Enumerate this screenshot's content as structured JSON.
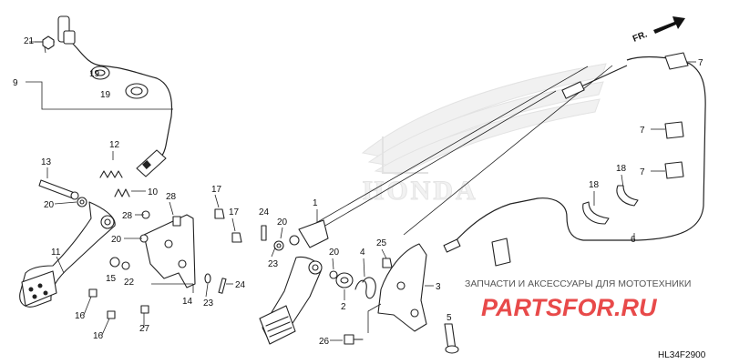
{
  "diagram": {
    "code": "HL34F2900",
    "direction_label": "FR.",
    "watermark": {
      "brand": "HONDA",
      "shop_tagline": "ЗАПЧАСТИ И АКСЕССУАРЫ ДЛЯ МОТОТЕХНИКИ",
      "shop_brand": "PARTSFOR.RU"
    },
    "callouts": [
      {
        "id": "c21",
        "label": "21"
      },
      {
        "id": "c9",
        "label": "9"
      },
      {
        "id": "c19a",
        "label": "19"
      },
      {
        "id": "c19b",
        "label": "19"
      },
      {
        "id": "c12",
        "label": "12"
      },
      {
        "id": "c13",
        "label": "13"
      },
      {
        "id": "c10",
        "label": "10"
      },
      {
        "id": "c20a",
        "label": "20"
      },
      {
        "id": "c28a",
        "label": "28"
      },
      {
        "id": "c28b",
        "label": "28"
      },
      {
        "id": "c17a",
        "label": "17"
      },
      {
        "id": "c17b",
        "label": "17"
      },
      {
        "id": "c20b",
        "label": "20"
      },
      {
        "id": "c11",
        "label": "11"
      },
      {
        "id": "c15",
        "label": "15"
      },
      {
        "id": "c22",
        "label": "22"
      },
      {
        "id": "c14",
        "label": "14"
      },
      {
        "id": "c16a",
        "label": "16"
      },
      {
        "id": "c16b",
        "label": "16"
      },
      {
        "id": "c27",
        "label": "27"
      },
      {
        "id": "c23a",
        "label": "23"
      },
      {
        "id": "c24a",
        "label": "24"
      },
      {
        "id": "c24b",
        "label": "24"
      },
      {
        "id": "c20c",
        "label": "20"
      },
      {
        "id": "c23b",
        "label": "23"
      },
      {
        "id": "c1",
        "label": "1"
      },
      {
        "id": "c20d",
        "label": "20"
      },
      {
        "id": "c4",
        "label": "4"
      },
      {
        "id": "c2",
        "label": "2"
      },
      {
        "id": "c25",
        "label": "25"
      },
      {
        "id": "c3",
        "label": "3"
      },
      {
        "id": "c26",
        "label": "26"
      },
      {
        "id": "c5",
        "label": "5"
      },
      {
        "id": "c7a",
        "label": "7"
      },
      {
        "id": "c7b",
        "label": "7"
      },
      {
        "id": "c7c",
        "label": "7"
      },
      {
        "id": "c18a",
        "label": "18"
      },
      {
        "id": "c18b",
        "label": "18"
      },
      {
        "id": "c6",
        "label": "6"
      }
    ]
  }
}
